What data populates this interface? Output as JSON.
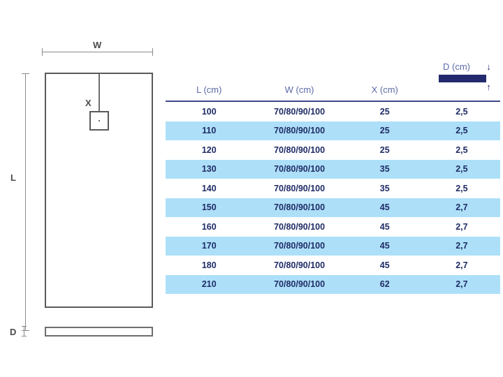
{
  "drawing": {
    "width_label": "W",
    "length_label": "L",
    "drain_label": "X",
    "depth_label": "D",
    "icons": {
      "width_dimension": "horizontal-dimension-line",
      "length_dimension": "vertical-dimension-line",
      "drain": "drain-square-icon",
      "side_profile": "tray-side-profile"
    }
  },
  "table": {
    "headers": [
      {
        "label": "L (cm)",
        "key": "l"
      },
      {
        "label": "W (cm)",
        "key": "w"
      },
      {
        "label": "X (cm)",
        "key": "x"
      },
      {
        "label": "",
        "key": "d"
      }
    ],
    "rows": [
      {
        "l": "100",
        "w": "70/80/90/100",
        "x": "25",
        "d": "2,5"
      },
      {
        "l": "110",
        "w": "70/80/90/100",
        "x": "25",
        "d": "2,5"
      },
      {
        "l": "120",
        "w": "70/80/90/100",
        "x": "25",
        "d": "2,5"
      },
      {
        "l": "130",
        "w": "70/80/90/100",
        "x": "35",
        "d": "2,5"
      },
      {
        "l": "140",
        "w": "70/80/90/100",
        "x": "35",
        "d": "2,5"
      },
      {
        "l": "150",
        "w": "70/80/90/100",
        "x": "45",
        "d": "2,7"
      },
      {
        "l": "160",
        "w": "70/80/90/100",
        "x": "45",
        "d": "2,7"
      },
      {
        "l": "170",
        "w": "70/80/90/100",
        "x": "45",
        "d": "2,7"
      },
      {
        "l": "180",
        "w": "70/80/90/100",
        "x": "45",
        "d": "2,7"
      },
      {
        "l": "210",
        "w": "70/80/90/100",
        "x": "62",
        "d": "2,7"
      }
    ]
  },
  "depth_legend": {
    "label": "D (cm)",
    "arrow_down": "↓",
    "arrow_up": "↑"
  },
  "colors": {
    "band": "#ade0f8",
    "navy": "#232a6e",
    "header_text": "#5c6aa6",
    "value_text": "#1f2b66",
    "line": "#5a5a5a"
  }
}
